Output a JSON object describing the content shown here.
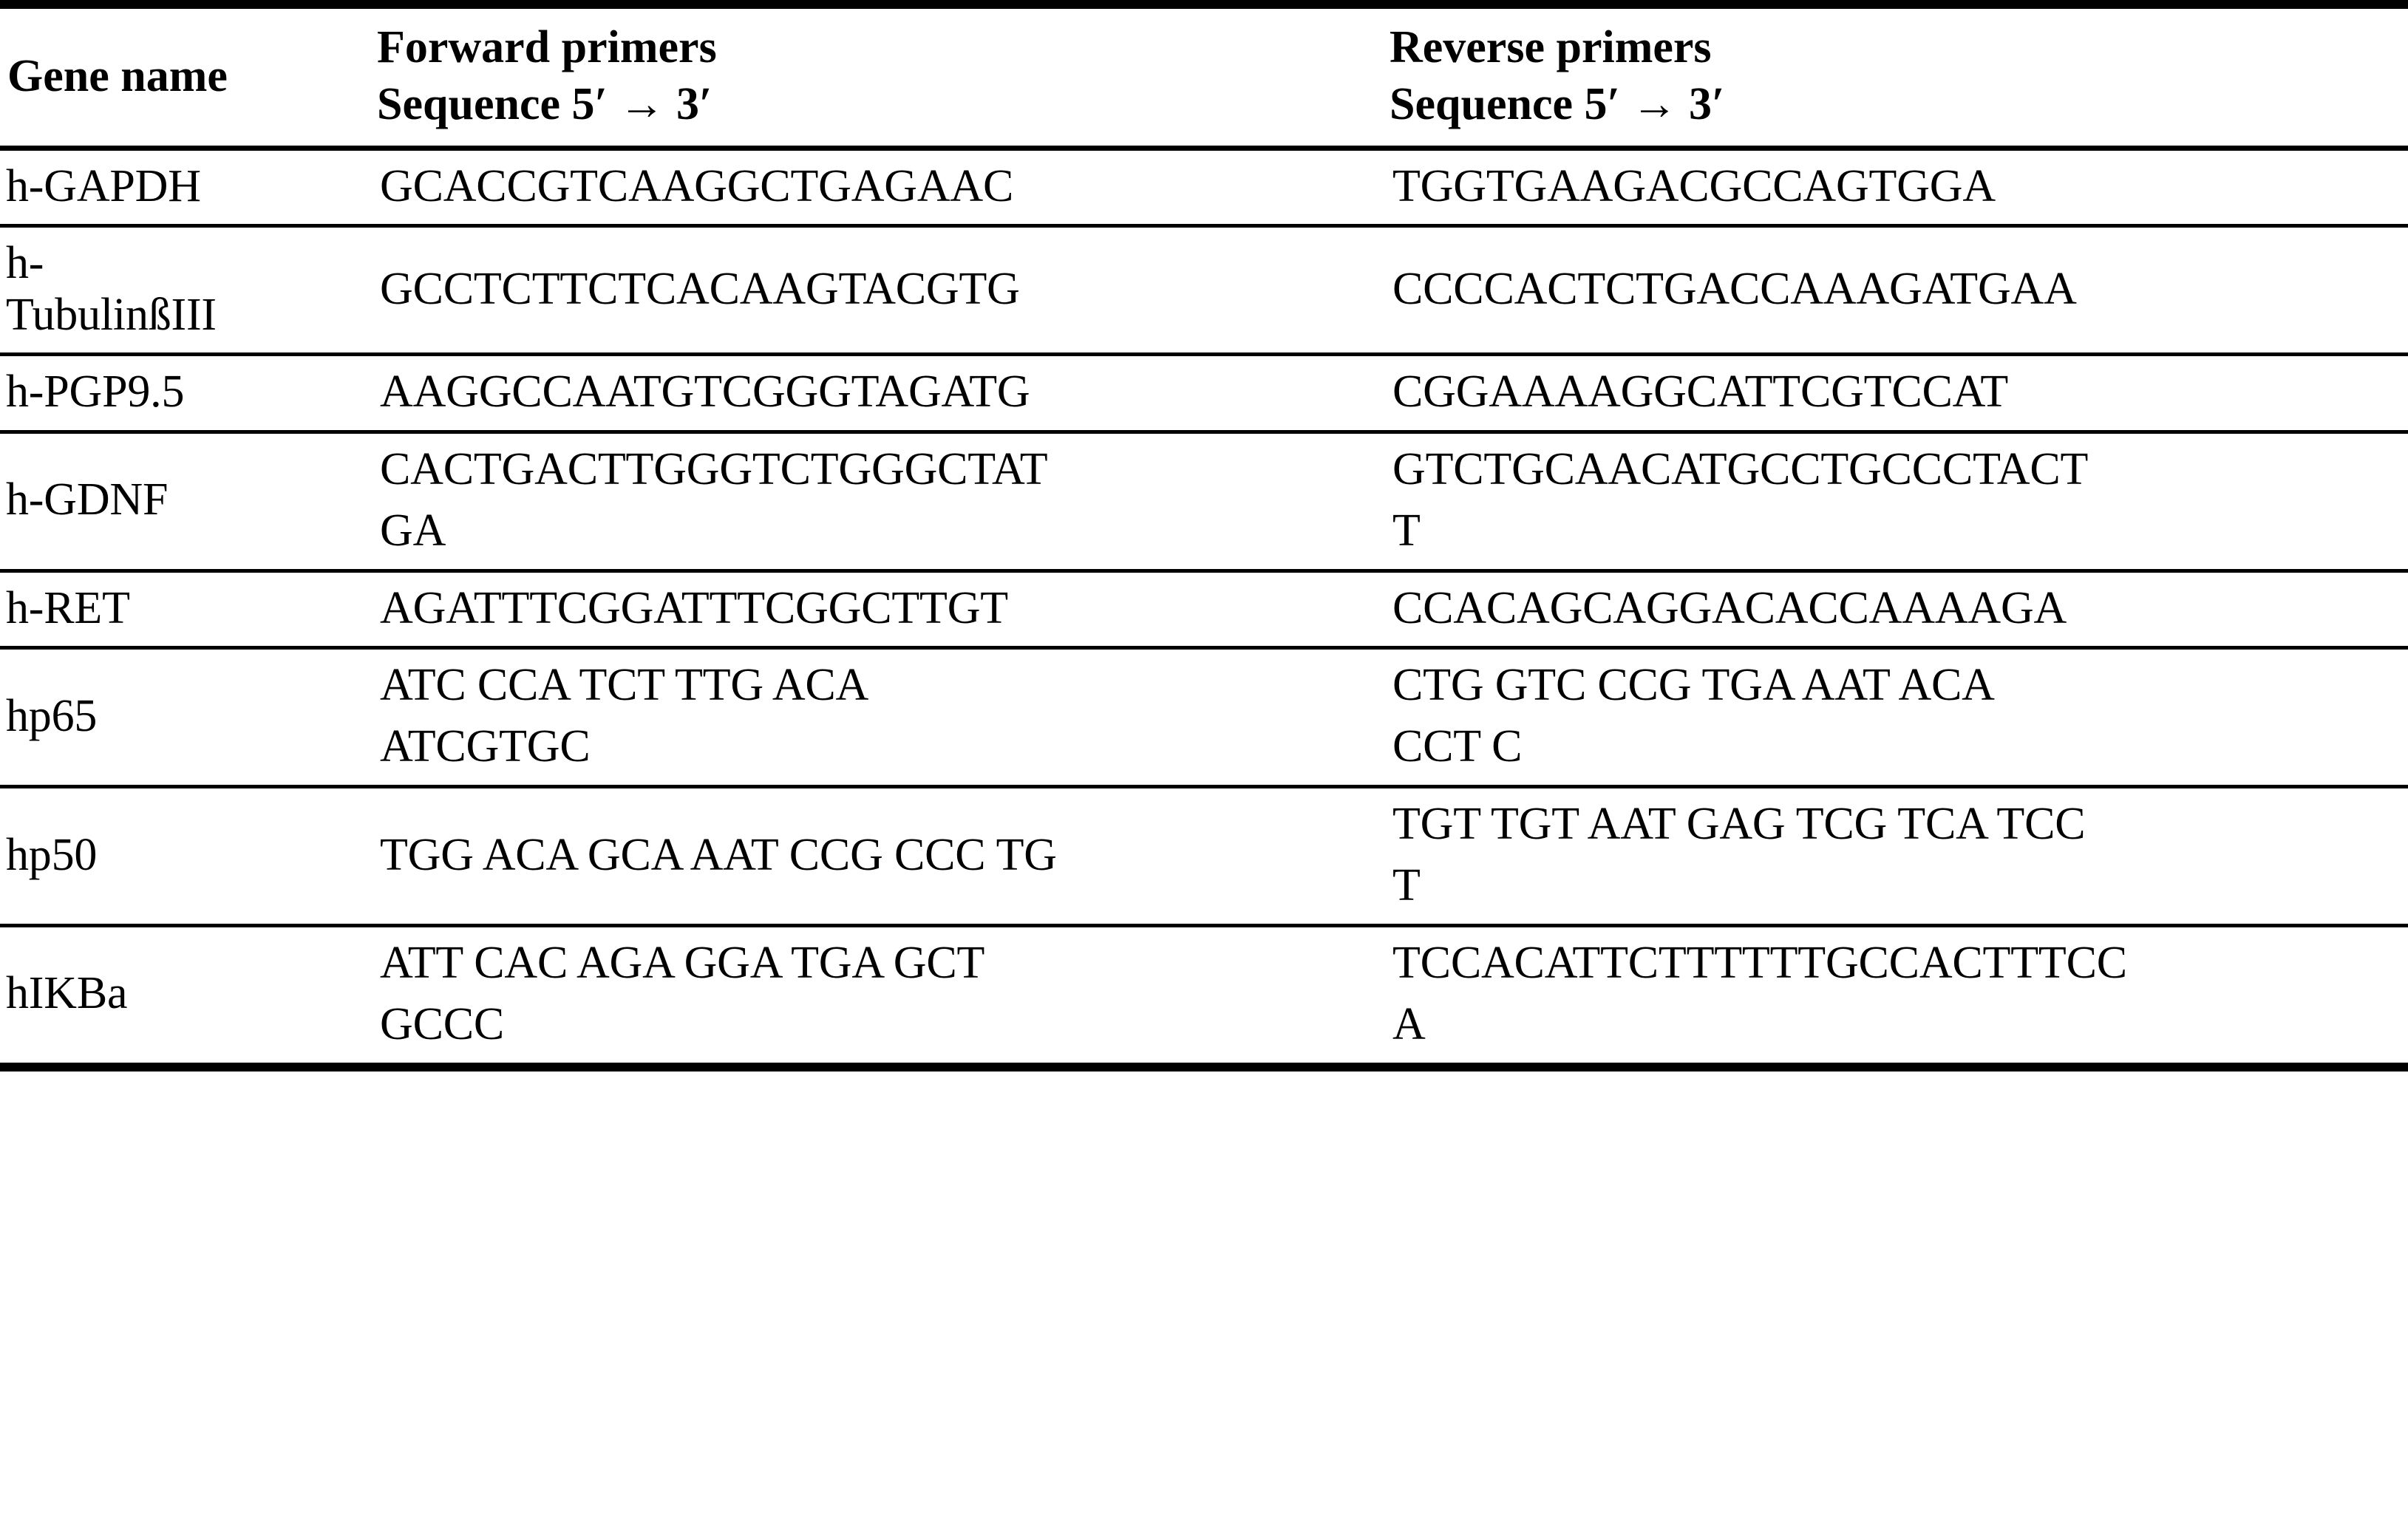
{
  "table": {
    "headers": {
      "gene": "Gene name",
      "forward_line1": "Forward primers",
      "forward_line2": "Sequence 5′ → 3′",
      "reverse_line1": "Reverse primers",
      "reverse_line2": "Sequence 5′ → 3′"
    },
    "rows": [
      {
        "gene": [
          "h-GAPDH"
        ],
        "forward": [
          "GCACCGTCAAGGCTGAGAAC"
        ],
        "reverse": [
          "TGGTGAAGACGCCAGTGGA"
        ]
      },
      {
        "gene": [
          "h-",
          "TubulinßIII"
        ],
        "forward": [
          "GCCTCTTCTCACAAGTACGTG"
        ],
        "reverse": [
          "CCCCACTCTGACCAAAGATGAA"
        ]
      },
      {
        "gene": [
          "h-PGP9.5"
        ],
        "forward": [
          "AAGGCCAATGTCGGGTAGATG"
        ],
        "reverse": [
          "CGGAAAAGGCATTCGTCCAT"
        ]
      },
      {
        "gene": [
          "h-GDNF"
        ],
        "forward": [
          "CACTGACTTGGGTCTGGGCTAT",
          "GA"
        ],
        "reverse": [
          "GTCTGCAACATGCCTGCCCTACT",
          "T"
        ]
      },
      {
        "gene": [
          "h-RET"
        ],
        "forward": [
          "AGATTTCGGATTTCGGCTTGT"
        ],
        "reverse": [
          "CCACAGCAGGACACCAAAAGA"
        ]
      },
      {
        "gene": [
          "hp65"
        ],
        "forward": [
          "ATC CCA TCT TTG ACA",
          "ATCGTGC"
        ],
        "reverse": [
          "CTG GTC CCG TGA AAT ACA",
          "CCT C"
        ]
      },
      {
        "gene": [
          "hp50"
        ],
        "forward": [
          "TGG ACA GCA AAT CCG CCC TG"
        ],
        "reverse": [
          "TGT TGT AAT GAG TCG TCA TCC",
          "T"
        ]
      },
      {
        "gene": [
          "hIKBa"
        ],
        "forward": [
          "ATT CAC AGA GGA TGA GCT",
          "GCCC"
        ],
        "reverse": [
          "TCCACATTCTTTTTTGCCACTTTCC",
          "A"
        ]
      }
    ]
  }
}
